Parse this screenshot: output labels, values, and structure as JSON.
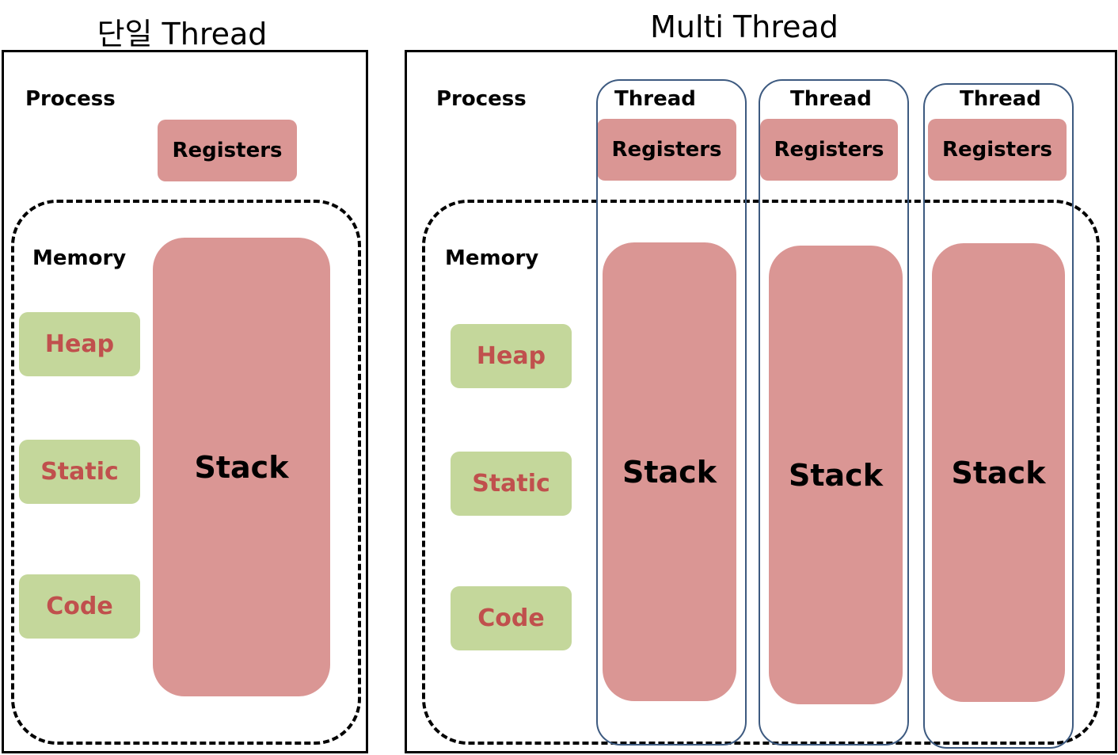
{
  "single": {
    "title": "단일 Thread",
    "process_label": "Process",
    "registers_label": "Registers",
    "memory_label": "Memory",
    "segments": [
      "Heap",
      "Static",
      "Code"
    ],
    "stack_label": "Stack"
  },
  "multi": {
    "title": "Multi Thread",
    "process_label": "Process",
    "memory_label": "Memory",
    "segments": [
      "Heap",
      "Static",
      "Code"
    ],
    "threads": [
      {
        "label": "Thread",
        "registers_label": "Registers",
        "stack_label": "Stack"
      },
      {
        "label": "Thread",
        "registers_label": "Registers",
        "stack_label": "Stack"
      },
      {
        "label": "Thread",
        "registers_label": "Registers",
        "stack_label": "Stack"
      }
    ]
  },
  "colors": {
    "register_fill": "#da9694",
    "stack_fill": "#da9694",
    "segment_fill": "#c4d79b",
    "segment_text": "#c0504d",
    "thread_border": "#3d5a80"
  }
}
